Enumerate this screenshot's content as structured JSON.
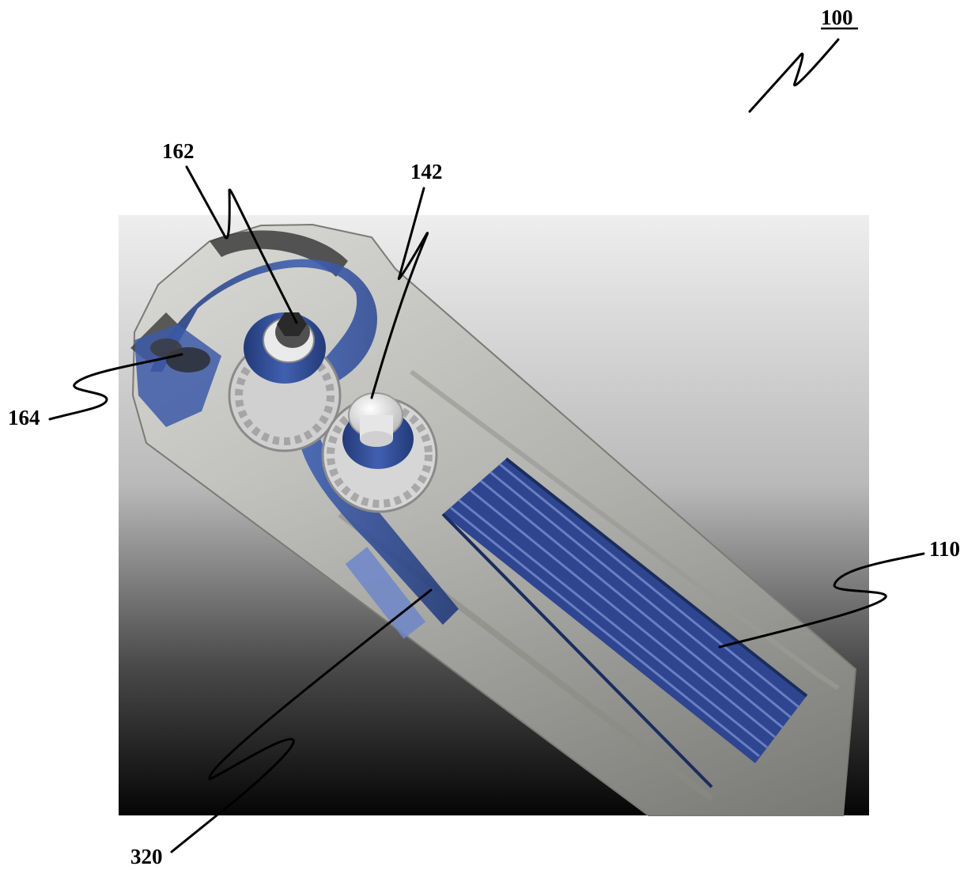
{
  "figure": {
    "labels": {
      "assembly": "100",
      "ref_162": "162",
      "ref_142": "142",
      "ref_164": "164",
      "ref_110": "110",
      "ref_320": "320"
    },
    "colors": {
      "background_top": "#eeeeee",
      "background_bottom": "#050505",
      "housing": "#c9c9c4",
      "tape_blue": "#2f4a8f",
      "tape_blue_light": "#6f86c9",
      "gear_metal": "#d4d4d4",
      "roller_white": "#f4f4f4",
      "outline": "#000000"
    }
  }
}
